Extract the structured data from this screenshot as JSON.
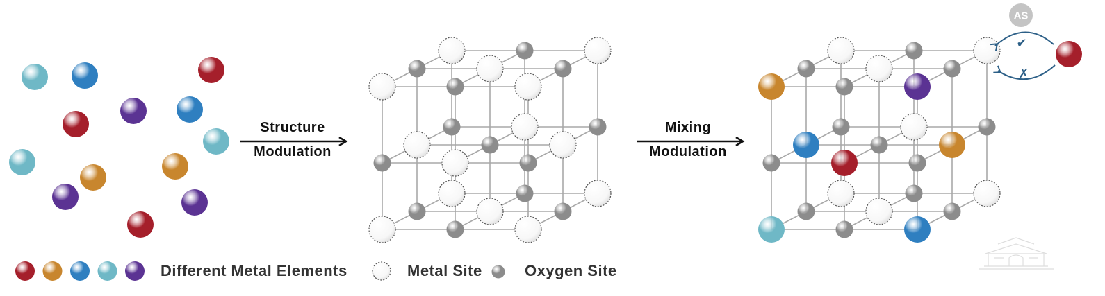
{
  "colors": {
    "red": "#a51f2b",
    "orange": "#c8862e",
    "blue": "#2f7fc0",
    "teal": "#6fb8c6",
    "purple": "#5b3393",
    "oxygen": "#8c8c8c",
    "site_stroke": "#555555",
    "lattice_line": "#a8a8a8",
    "callout_arrow": "#2c5f87"
  },
  "steps": {
    "structure": {
      "line1": "Structure",
      "line2": "Modulation"
    },
    "mixing": {
      "line1": "Mixing",
      "line2": "Modulation"
    }
  },
  "badge": {
    "label": "AS"
  },
  "marks": {
    "check": "✔",
    "cross": "✗"
  },
  "legend": {
    "metals_label": "Different Metal Elements",
    "metal_site_label": "Metal Site",
    "oxygen_site_label": "Oxygen Site",
    "metal_colors": [
      "red",
      "orange",
      "blue",
      "teal",
      "purple"
    ]
  },
  "left_atoms": [
    "teal",
    "blue",
    "red",
    "red",
    "purple",
    "blue",
    "teal",
    "teal",
    "orange",
    "orange",
    "purple",
    "purple",
    "red"
  ],
  "mixed_sites": {
    "front_top_left": "orange",
    "front_top_right": "purple",
    "front_bottom_left": "teal",
    "front_bottom_right": "blue",
    "mid_left": "blue",
    "mid_center": "red",
    "mid_right": "orange"
  },
  "watermark_icon": "building-watermark-icon"
}
